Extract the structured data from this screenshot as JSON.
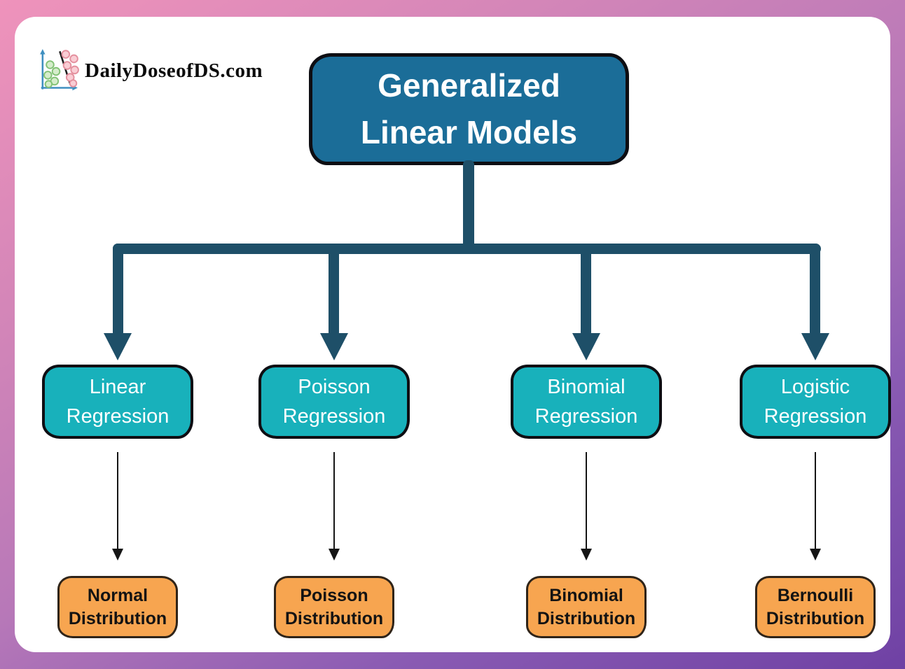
{
  "branding": {
    "site_label": "DailyDoseofDS.com",
    "logo_icon": "scatter-plot-icon"
  },
  "colors": {
    "background_gradient_start": "#ef93bb",
    "background_gradient_mid": "#b778b8",
    "background_gradient_end": "#6f41a4",
    "card_background": "#ffffff",
    "root_node_fill": "#1b6d98",
    "model_node_fill": "#18b1bb",
    "distribution_node_fill": "#f7a550",
    "connector": "#1e4f68",
    "node_text_light": "#ffffff",
    "node_text_dark": "#131313"
  },
  "diagram": {
    "root": {
      "label": "Generalized\nLinear Models"
    },
    "columns": [
      {
        "model": "Linear\nRegression",
        "distribution": "Normal\nDistribution"
      },
      {
        "model": "Poisson\nRegression",
        "distribution": "Poisson\nDistribution"
      },
      {
        "model": "Binomial\nRegression",
        "distribution": "Binomial\nDistribution"
      },
      {
        "model": "Logistic\nRegression",
        "distribution": "Bernoulli\nDistribution"
      }
    ]
  }
}
